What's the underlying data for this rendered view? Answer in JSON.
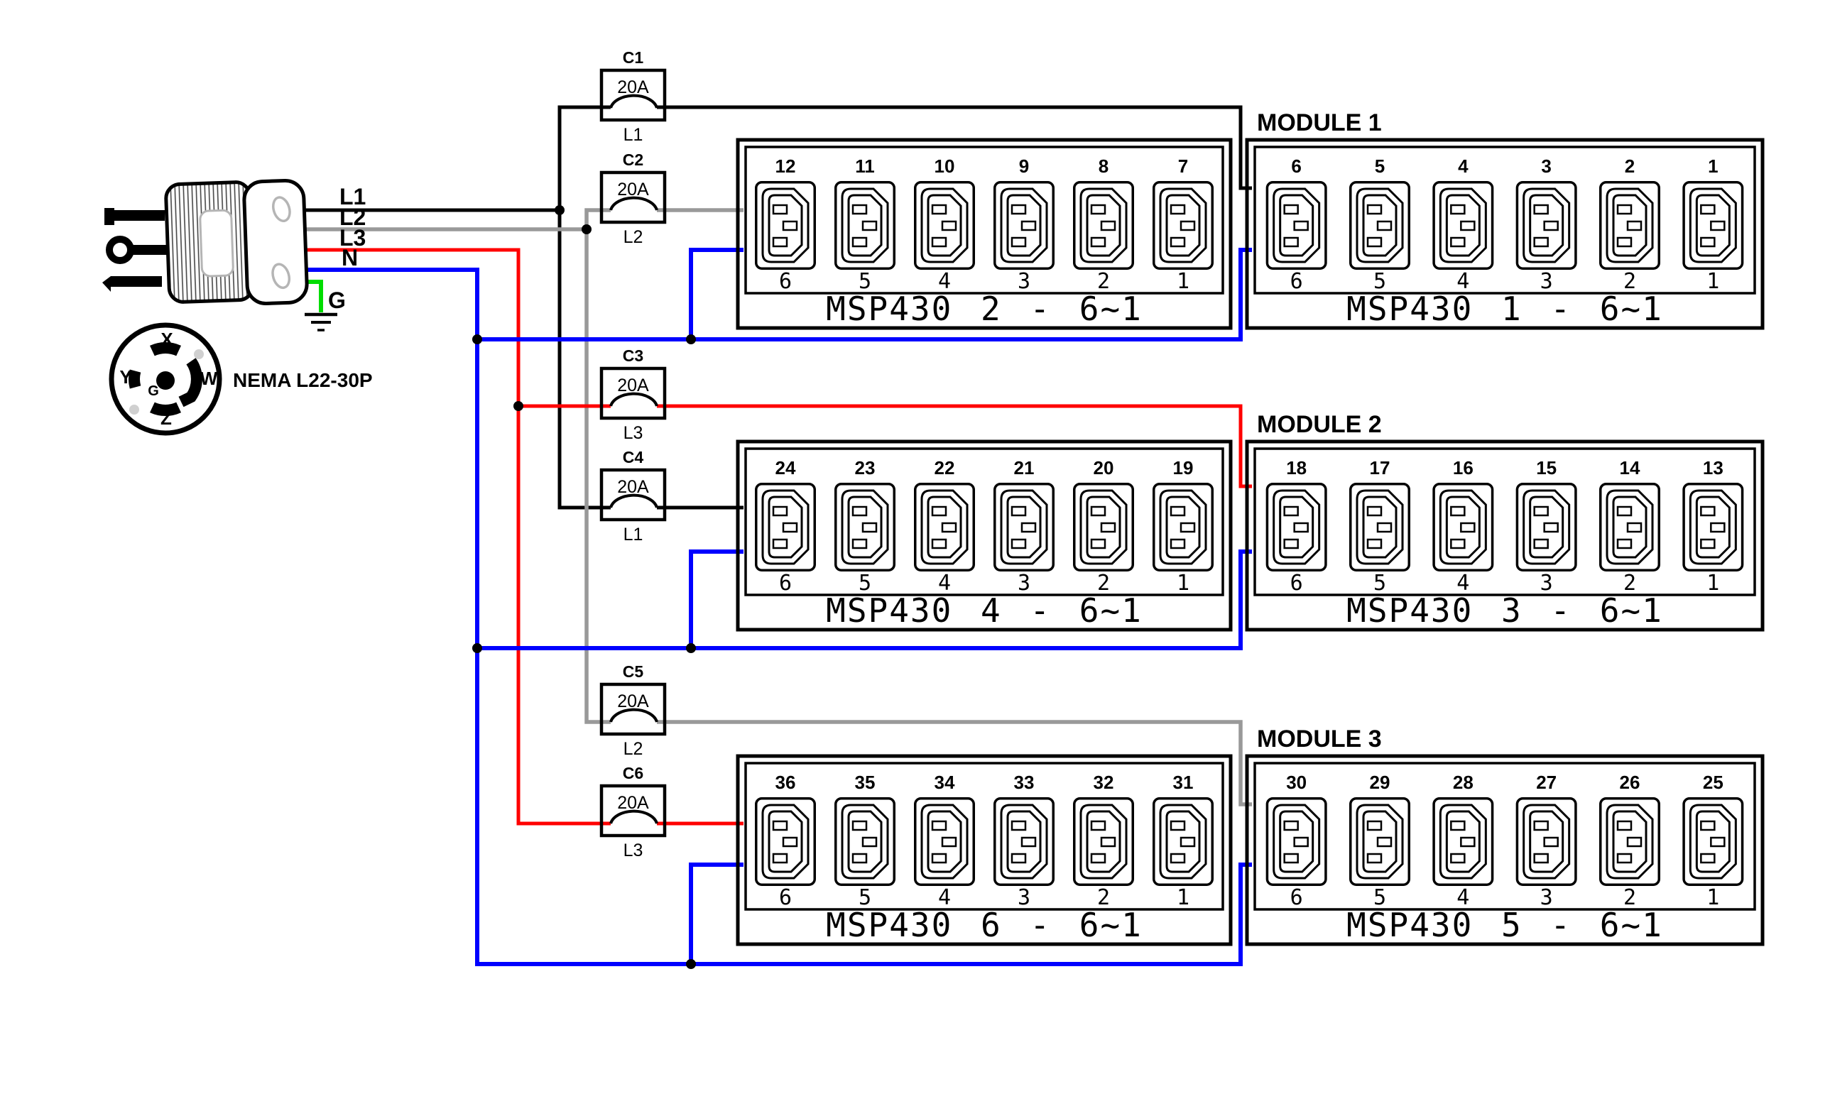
{
  "colors": {
    "line_l1": "#000000",
    "line_l2": "#999999",
    "line_l3": "#ff0000",
    "neutral": "#0000ff",
    "ground": "#00dd00",
    "outlet_text_blue": "#0000ff",
    "pin_letter_gray": "#d0d0d0"
  },
  "plug": {
    "model_label": "NEMA L22-30P",
    "pin_labels": {
      "top": "X",
      "left": "Y",
      "right": "W",
      "bottom": "Z",
      "center": "G"
    }
  },
  "wire_labels": {
    "l1": "L1",
    "l2": "L2",
    "l3": "L3",
    "neutral": "N",
    "ground": "G"
  },
  "breakers": [
    {
      "id": "C1",
      "rating": "20A",
      "line": "L1"
    },
    {
      "id": "C2",
      "rating": "20A",
      "line": "L2"
    },
    {
      "id": "C3",
      "rating": "20A",
      "line": "L3"
    },
    {
      "id": "C4",
      "rating": "20A",
      "line": "L1"
    },
    {
      "id": "C5",
      "rating": "20A",
      "line": "L2"
    },
    {
      "id": "C6",
      "rating": "20A",
      "line": "L3"
    }
  ],
  "modules": [
    {
      "title": "MODULE 1",
      "banks": [
        {
          "label": "MSP430 2 - 6~1",
          "top_numbers": [
            "12",
            "11",
            "10",
            "9",
            "8",
            "7"
          ],
          "bottom_numbers": [
            "6",
            "5",
            "4",
            "3",
            "2",
            "1"
          ]
        },
        {
          "label": "MSP430 1 - 6~1",
          "top_numbers": [
            "6",
            "5",
            "4",
            "3",
            "2",
            "1"
          ],
          "bottom_numbers": [
            "6",
            "5",
            "4",
            "3",
            "2",
            "1"
          ]
        }
      ]
    },
    {
      "title": "MODULE 2",
      "banks": [
        {
          "label": "MSP430 4 - 6~1",
          "top_numbers": [
            "24",
            "23",
            "22",
            "21",
            "20",
            "19"
          ],
          "bottom_numbers": [
            "6",
            "5",
            "4",
            "3",
            "2",
            "1"
          ]
        },
        {
          "label": "MSP430 3 - 6~1",
          "top_numbers": [
            "18",
            "17",
            "16",
            "15",
            "14",
            "13"
          ],
          "bottom_numbers": [
            "6",
            "5",
            "4",
            "3",
            "2",
            "1"
          ]
        }
      ]
    },
    {
      "title": "MODULE 3",
      "banks": [
        {
          "label": "MSP430 6 - 6~1",
          "top_numbers": [
            "36",
            "35",
            "34",
            "33",
            "32",
            "31"
          ],
          "bottom_numbers": [
            "6",
            "5",
            "4",
            "3",
            "2",
            "1"
          ]
        },
        {
          "label": "MSP430 5 - 6~1",
          "top_numbers": [
            "30",
            "29",
            "28",
            "27",
            "26",
            "25"
          ],
          "bottom_numbers": [
            "6",
            "5",
            "4",
            "3",
            "2",
            "1"
          ]
        }
      ]
    }
  ]
}
